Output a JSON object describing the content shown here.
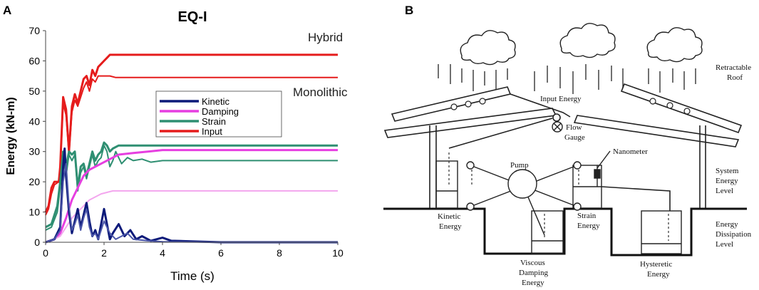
{
  "chart_data": {
    "type": "line",
    "panel_label": "A",
    "title": "EQ-I",
    "xlabel": "Time (s)",
    "ylabel": "Energy (kN-m)",
    "xlim": [
      0,
      10
    ],
    "ylim": [
      0,
      70
    ],
    "xticks": [
      0,
      2,
      4,
      6,
      8,
      10
    ],
    "yticks": [
      0,
      10,
      20,
      30,
      40,
      50,
      60,
      70
    ],
    "grid": false,
    "legend_position": "center-right",
    "legend": [
      "Kinetic",
      "Damping",
      "Strain",
      "Input"
    ],
    "annotations": [
      "Hybrid",
      "Monolithic"
    ],
    "colors": {
      "Kinetic": "#0d1a7a",
      "Damping": "#e63fe0",
      "Strain": "#2f8f72",
      "Input": "#e51c1c"
    },
    "series": [
      {
        "name": "Input",
        "variant": "Hybrid",
        "color": "#e51c1c",
        "x": [
          0,
          0.1,
          0.2,
          0.3,
          0.45,
          0.5,
          0.6,
          0.7,
          0.8,
          0.9,
          1.0,
          1.1,
          1.2,
          1.3,
          1.4,
          1.5,
          1.6,
          1.7,
          1.8,
          1.9,
          2.0,
          2.1,
          2.2,
          2.3,
          2.5,
          3,
          4,
          6,
          8,
          10
        ],
        "y": [
          10,
          12,
          18,
          20,
          20,
          25,
          48,
          44,
          30,
          45,
          49,
          46,
          50,
          54,
          55,
          52,
          57,
          55,
          58,
          59,
          60,
          61,
          62,
          62,
          62,
          62,
          62,
          62,
          62,
          62
        ]
      },
      {
        "name": "Input",
        "variant": "Monolithic",
        "color": "#e51c1c",
        "x": [
          0,
          0.1,
          0.2,
          0.3,
          0.45,
          0.5,
          0.6,
          0.7,
          0.8,
          0.9,
          1.0,
          1.1,
          1.2,
          1.3,
          1.4,
          1.5,
          1.6,
          1.7,
          1.8,
          1.9,
          2.0,
          2.1,
          2.2,
          2.4,
          3,
          4,
          6,
          8,
          10
        ],
        "y": [
          9,
          11,
          16,
          19,
          20,
          24,
          46,
          42,
          29,
          43,
          47,
          45,
          48,
          51,
          53,
          50,
          54,
          53,
          55,
          55,
          55,
          55,
          55,
          54.5,
          54.5,
          54.5,
          54.5,
          54.5,
          54.5
        ]
      },
      {
        "name": "Strain",
        "variant": "Hybrid",
        "color": "#2f8f72",
        "x": [
          0,
          0.2,
          0.4,
          0.5,
          0.6,
          0.7,
          0.8,
          0.9,
          1.0,
          1.1,
          1.2,
          1.3,
          1.4,
          1.5,
          1.6,
          1.7,
          1.8,
          1.9,
          2.0,
          2.1,
          2.2,
          2.3,
          2.5,
          3,
          4,
          6,
          8,
          10
        ],
        "y": [
          5,
          6,
          12,
          20,
          30,
          25,
          30,
          29,
          30,
          18,
          25,
          26,
          22,
          26,
          30,
          27,
          29,
          30,
          33,
          32,
          30,
          31,
          32,
          32,
          32,
          32,
          32,
          32
        ]
      },
      {
        "name": "Strain",
        "variant": "Monolithic",
        "color": "#2f8f72",
        "x": [
          0,
          0.2,
          0.4,
          0.5,
          0.6,
          0.7,
          0.8,
          0.9,
          1.0,
          1.1,
          1.2,
          1.3,
          1.4,
          1.5,
          1.6,
          1.7,
          1.8,
          1.9,
          2.0,
          2.1,
          2.2,
          2.3,
          2.4,
          2.5,
          2.6,
          2.8,
          3.0,
          3.3,
          3.6,
          4,
          5,
          6,
          8,
          10
        ],
        "y": [
          4,
          5,
          10,
          18,
          28,
          22,
          29,
          27,
          29,
          17,
          23,
          25,
          21,
          25,
          29,
          25,
          27,
          28,
          32,
          30,
          25,
          27,
          30,
          28,
          26,
          28,
          27,
          27.5,
          26.5,
          27,
          27,
          27,
          27,
          27
        ]
      },
      {
        "name": "Damping",
        "variant": "Hybrid",
        "color": "#e63fe0",
        "x": [
          0,
          0.3,
          0.5,
          0.7,
          0.9,
          1.1,
          1.3,
          1.5,
          1.7,
          1.9,
          2.1,
          2.3,
          2.5,
          3,
          3.5,
          4,
          5,
          6,
          8,
          10
        ],
        "y": [
          0,
          1,
          3,
          8,
          14,
          18,
          22,
          24,
          25,
          26,
          27,
          28,
          29,
          29.5,
          30,
          30.5,
          30.5,
          30.5,
          30.5,
          30.5
        ]
      },
      {
        "name": "Damping",
        "variant": "Monolithic",
        "color": "#f3a6ee",
        "x": [
          0,
          0.3,
          0.5,
          0.7,
          0.9,
          1.1,
          1.3,
          1.5,
          1.7,
          1.9,
          2.1,
          2.3,
          2.5,
          3,
          4,
          6,
          8,
          10
        ],
        "y": [
          0,
          1,
          2,
          5,
          8,
          10,
          12,
          14,
          15,
          16,
          16.5,
          17,
          17,
          17,
          17,
          17,
          17,
          17
        ]
      },
      {
        "name": "Kinetic",
        "variant": "Hybrid",
        "color": "#0d1a7a",
        "x": [
          0,
          0.3,
          0.5,
          0.55,
          0.6,
          0.65,
          0.7,
          0.8,
          0.9,
          1.0,
          1.1,
          1.2,
          1.3,
          1.4,
          1.5,
          1.6,
          1.7,
          1.8,
          1.9,
          2.0,
          2.1,
          2.2,
          2.3,
          2.5,
          2.7,
          2.9,
          3.1,
          3.3,
          3.6,
          4.0,
          4.3,
          5,
          6,
          8,
          10
        ],
        "y": [
          0,
          1,
          5,
          15,
          25,
          31,
          22,
          10,
          3,
          7,
          11,
          5,
          9,
          13,
          7,
          2,
          4,
          1,
          6,
          11,
          6,
          1,
          3,
          6,
          2,
          4,
          1,
          2,
          0.5,
          1.5,
          0.5,
          0.3,
          0,
          0,
          0
        ]
      },
      {
        "name": "Kinetic",
        "variant": "Monolithic",
        "color": "#4a55a8",
        "x": [
          0,
          0.3,
          0.5,
          0.6,
          0.7,
          0.8,
          0.9,
          1.0,
          1.1,
          1.2,
          1.3,
          1.4,
          1.5,
          1.6,
          1.7,
          1.8,
          1.9,
          2.0,
          2.2,
          2.4,
          2.6,
          2.8,
          3.0,
          3.5,
          4,
          6,
          10
        ],
        "y": [
          0,
          1,
          4,
          20,
          26,
          12,
          4,
          6,
          9,
          4,
          8,
          11,
          5,
          2,
          3,
          1,
          4,
          7,
          3,
          1,
          2,
          3,
          1,
          0.5,
          0.2,
          0,
          0
        ]
      }
    ]
  },
  "diagram": {
    "panel_label": "B",
    "labels": {
      "input_energy": "Input Energy",
      "retractable_roof_1": "Retractable",
      "retractable_roof_2": "Roof",
      "flow_gauge_1": "Flow",
      "flow_gauge_2": "Gauge",
      "nanometer": "Nanometer",
      "pump": "Pump",
      "system_energy_1": "System",
      "system_energy_2": "Energy",
      "system_energy_3": "Level",
      "kinetic_1": "Kinetic",
      "kinetic_2": "Energy",
      "strain_1": "Strain",
      "strain_2": "Energy",
      "dissipation_1": "Energy",
      "dissipation_2": "Dissipation",
      "dissipation_3": "Level",
      "viscous_1": "Viscous",
      "viscous_2": "Damping",
      "viscous_3": "Energy",
      "hysteretic_1": "Hysteretic",
      "hysteretic_2": "Energy"
    }
  }
}
